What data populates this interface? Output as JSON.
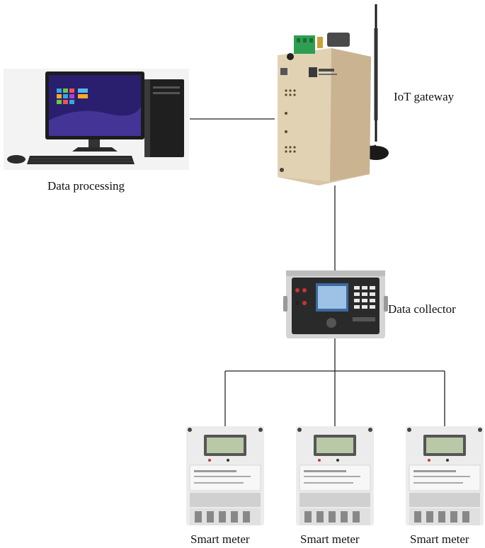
{
  "labels": {
    "data_processing": "Data processing",
    "iot_gateway": "IoT gateway",
    "data_collector": "Data collector",
    "smart_meter_1": "Smart meter",
    "smart_meter_2": "Smart meter",
    "smart_meter_3": "Smart meter"
  },
  "colors": {
    "line": "#222222",
    "gateway_body": "#d8c6a6",
    "meter_body": "#ececec",
    "monitor_screen": "#2a1f6e"
  },
  "icons": [
    "desktop-computer-icon",
    "iot-gateway-device-icon",
    "antenna-icon",
    "data-collector-device-icon",
    "smart-meter-icon"
  ]
}
